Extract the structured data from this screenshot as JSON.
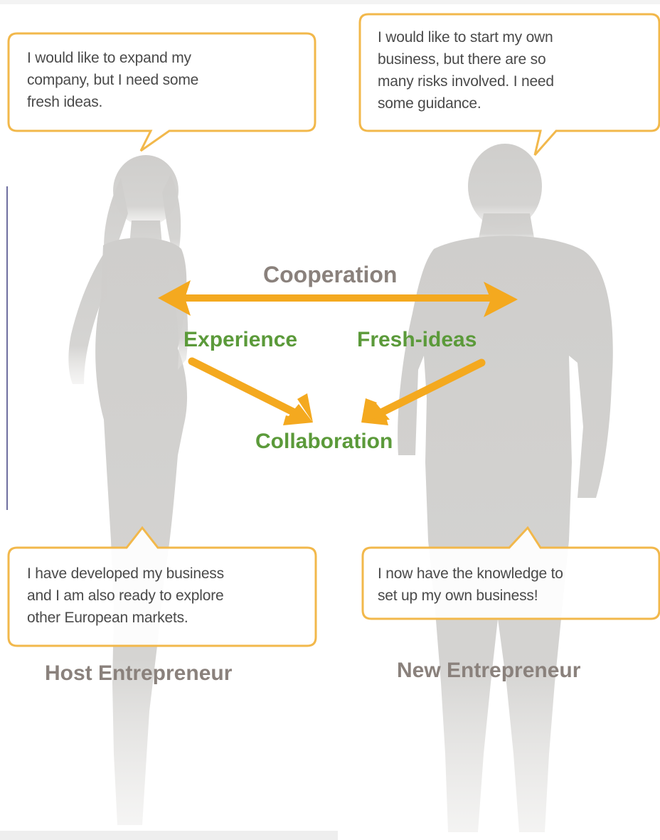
{
  "bubbles": {
    "host_top": "I would like to expand my\ncompany, but I need some\nfresh ideas.",
    "new_top": "I would like to start my own\nbusiness, but there are so\nmany risks involved. I need\nsome guidance.",
    "host_bottom": "I have developed my business\nand I am also ready to explore\nother European markets.",
    "new_bottom": "I now have the knowledge to\nset up my own business!"
  },
  "flow": {
    "cooperation": "Cooperation",
    "experience": "Experience",
    "fresh_ideas": "Fresh-ideas",
    "collaboration": "Collaboration"
  },
  "roles": {
    "host": "Host Entrepreneur",
    "new": "New Entrepreneur"
  },
  "colors": {
    "bubble_border": "#f2b84b",
    "arrow": "#f4a91f",
    "silhouette": "#cfcecc",
    "green_label": "#5b9a3a",
    "cooperation_label": "#8a817c",
    "role_label": "#8a817c"
  }
}
